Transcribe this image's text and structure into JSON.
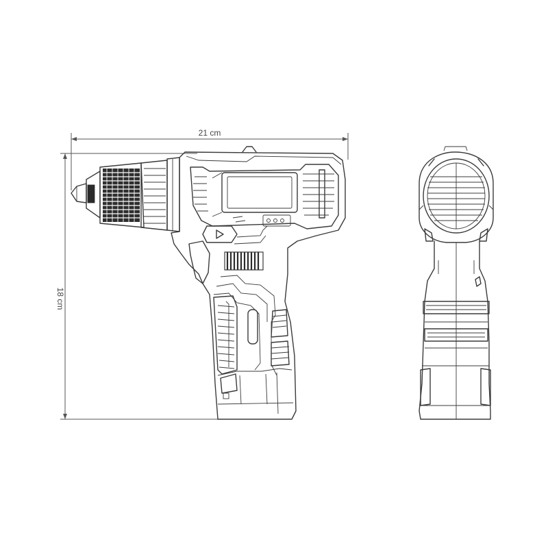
{
  "dimensions": {
    "width_label": "21 cm",
    "height_label": "18 cm"
  },
  "views": [
    "side-view",
    "front-view"
  ],
  "colors": {
    "line": "#3a3a3a",
    "background": "#ffffff"
  }
}
